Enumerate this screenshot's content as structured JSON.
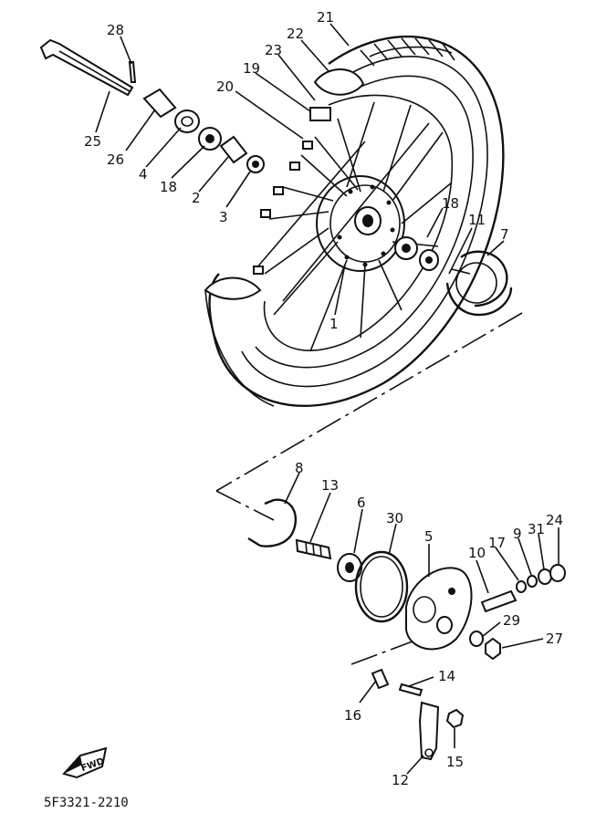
{
  "diagram": {
    "part_code": "5F3321-2210",
    "fwd_text": "FWD",
    "callouts": [
      "28",
      "22",
      "21",
      "23",
      "19",
      "20",
      "25",
      "26",
      "4",
      "18",
      "2",
      "3",
      "18",
      "11",
      "7",
      "1",
      "8",
      "13",
      "6",
      "30",
      "5",
      "10",
      "17",
      "9",
      "31",
      "24",
      "29",
      "27",
      "14",
      "16",
      "15",
      "12"
    ]
  }
}
